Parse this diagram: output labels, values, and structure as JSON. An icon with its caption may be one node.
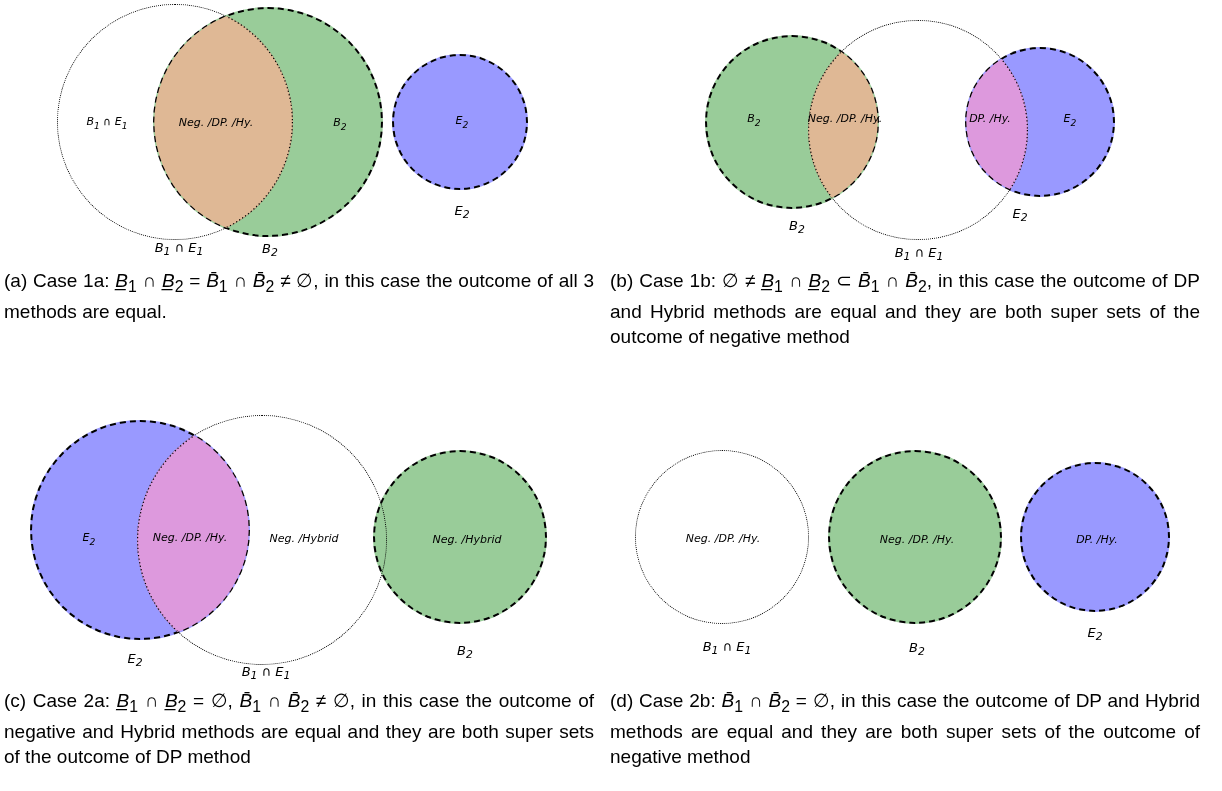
{
  "diagram": {
    "nodes": [
      {
        "text": [
          "B$_{1}$ ∩ E$_{1}$"
        ],
        "beside": [
          "B$_{1}$ ∩ E$_{1}$"
        ]
      },
      {
        "text": [
          "B$_{2}$"
        ],
        "beside": [
          "B$_{2}$"
        ]
      },
      {
        "text": [
          "E$_{2}$"
        ],
        "beside": [
          "E$_{2}$"
        ]
      },
      {
        "text": [
          "B$_{2}$"
        ]
      },
      {
        "text": [],
        "shape": "circle",
        "beside": [
          "B$_{1}$ ∩ E$_{1}$"
        ]
      },
      {
        "text": [
          "E$_{2}$"
        ]
      },
      {
        "text": [
          "E$_{2}$"
        ]
      },
      {
        "text": [
          "Neg. /Hybrid"
        ],
        "beside": [
          "B$_{1}$ ∩ E$_{1}$"
        ]
      },
      {
        "text": [
          "Neg. /Hybrid"
        ],
        "beside": [
          "B$_{2}$"
        ]
      },
      {
        "text": [
          "Neg. /DP. /Hy."
        ],
        "beside": [
          "B$_{1}$ ∩ E$_{1}$"
        ]
      },
      {
        "text": [
          "Neg. /DP. /Hy."
        ],
        "beside": [
          "B$_{2}$"
        ]
      },
      {
        "text": [
          "DP. /Hy."
        ],
        "beside": [
          "E$_{2}$"
        ]
      }
    ],
    "edges": [],
    "labels": [
      "Neg. /DP. /Hy.",
      "Neg. /DP. /Hy.",
      "DP. /Hy.",
      "E$_{2}$",
      "B$_{2}$",
      "(a) Case 1a: *B̲*$_{1}$ ∩ *B̲*$_{2}$ = *B̄*$_{1}$ ∩ *B̄*$_{2}$ ≠ ∅, in this case the outcome of all 3 methods are equal.",
      "(b) Case 1b: ∅ ≠ *B̲*$_{1}$ ∩ *B̲*$_{2}$ ⊂ *B̄*$_{1}$ ∩ *B̄*$_{2}$, in this case the outcome of DP and Hybrid methods are equal and they are both super sets of the outcome of negative method",
      "Neg. /DP. /Hy.",
      "E$_{2}$",
      "(c) Case 2a: *B̲*$_{1}$ ∩ *B̲*$_{2}$ = ∅, *B̄*$_{1}$ ∩ *B̄*$_{2}$ ≠ ∅, in this case the outcome of negative and Hybrid methods are equal and they are both super sets of the outcome of DP method",
      "(d) Case 2b: *B̄*$_{1}$ ∩ *B̄*$_{2}$ = ∅, in this case the outcome of DP and Hybrid methods are equal and they are both super sets of the outcome of negative method"
    ]
  }
}
